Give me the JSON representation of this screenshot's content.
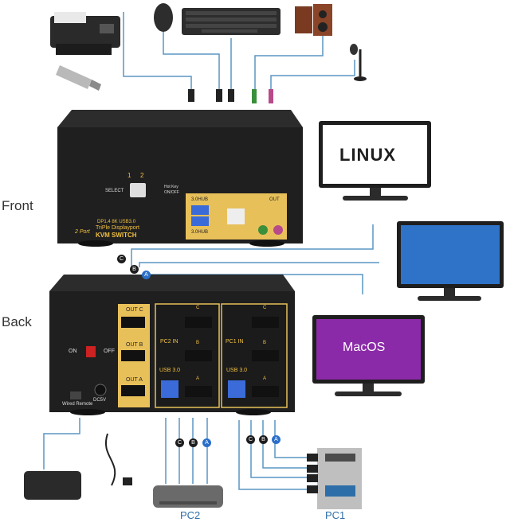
{
  "labels": {
    "front": "Front",
    "back": "Back",
    "pc1": "PC1",
    "pc2": "PC2"
  },
  "front_panel": {
    "btn1": "1",
    "btn2": "2",
    "select": "SELECT",
    "hotkey": "Hot Key",
    "onoff": "ON/OFF",
    "hub_top": "3.0HUB",
    "hub_bottom": "3.0HUB",
    "out": "OUT",
    "spec": "DP1.4 8K USB3.0",
    "brand_port": "2 Port",
    "brand_line1": "TriPle Displayport",
    "brand_line2": "KVM SWITCH"
  },
  "back_panel": {
    "on": "ON",
    "off": "OFF",
    "out_c": "OUT C",
    "out_b": "OUT B",
    "out_a": "OUT A",
    "pc2_in": "PC2 IN",
    "pc1_in": "PC1 IN",
    "usb_left": "USB 3.0",
    "usb_right": "USB 3.0",
    "wired_remote": "Wired Remote",
    "dc5v": "DC5V",
    "port_c": "C",
    "port_b": "B",
    "port_a": "A"
  },
  "monitors": {
    "linux": "LINUX",
    "macos": "MacOS"
  },
  "cable_tags": [
    "C",
    "B",
    "A"
  ],
  "colors": {
    "gold": "#e8c05a",
    "cable": "#5a95c4",
    "tag_dark": "#1d1d1d",
    "tag_blue": "#2a6fc9",
    "device": "#232323"
  }
}
